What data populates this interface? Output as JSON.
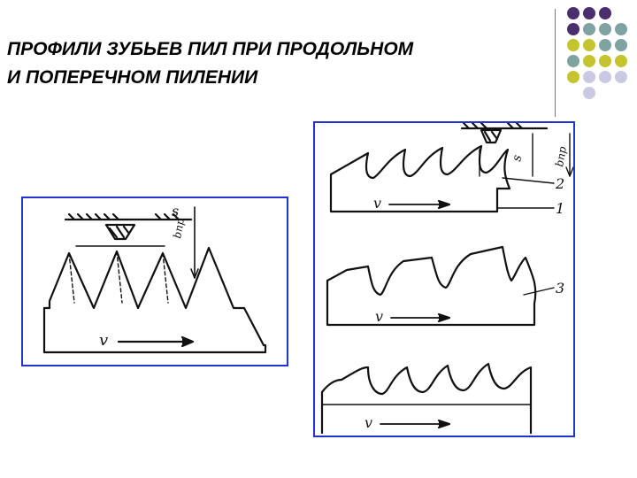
{
  "slide": {
    "title_line1": "ПРОФИЛИ ЗУБЬЕВ ПИЛ ПРИ ПРОДОЛЬНОМ",
    "title_line2": "И ПОПЕРЕЧНОМ ПИЛЕНИИ"
  },
  "colors": {
    "frame_blue": "#2233cc",
    "dot_purple": "#4b2e6e",
    "dot_teal": "#7fa3a0",
    "dot_olive": "#c4c42f",
    "dot_lavender": "#c9c9e4"
  },
  "left_diagram": {
    "label_s": "s",
    "label_b": "bпр",
    "label_v": "v"
  },
  "right_diagram": {
    "label_s": "s",
    "label_b": "bпр",
    "callout_2": "2",
    "callout_1": "1",
    "callout_3": "3",
    "label_v1": "v",
    "label_v2": "v",
    "label_v3": "v"
  }
}
